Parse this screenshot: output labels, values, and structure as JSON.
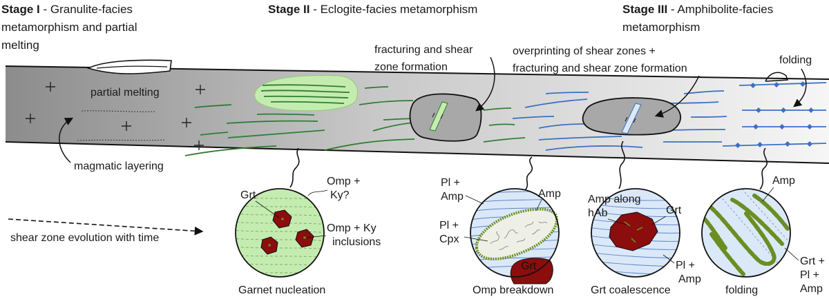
{
  "stages": [
    {
      "number": "Stage I",
      "title_lines": [
        "- Granulite-facies",
        "metamorphism and partial",
        "melting"
      ]
    },
    {
      "number": "Stage II",
      "title_lines": [
        "- Eclogite-facies metamorphism"
      ]
    },
    {
      "number": "Stage III",
      "title_lines": [
        "- Amphibolite-facies",
        "metamorphism"
      ]
    }
  ],
  "labels": {
    "partial_melting": "partial melting",
    "magmatic_layering": "magmatic layering",
    "fracturing_lines": [
      "fracturing and shear",
      "zone formation"
    ],
    "overprinting_lines": [
      "overprinting of shear zones +",
      "fracturing and shear zone formation"
    ],
    "folding_top": "folding",
    "shear_evolution_lines": [
      "shear zone evolution with time"
    ]
  },
  "insets": [
    {
      "caption": "Garnet nucleation",
      "labels": {
        "grt": "Grt",
        "omp_ky": [
          "Omp +",
          "Ky?"
        ],
        "inclusions": [
          "Omp + Ky",
          "inclusions"
        ]
      }
    },
    {
      "caption": "Omp breakdown",
      "labels": {
        "pl_amp": [
          "Pl +",
          "Amp"
        ],
        "amp": "Amp",
        "pl_cpx": [
          "Pl +",
          "Cpx"
        ],
        "grt": "Grt"
      }
    },
    {
      "caption": "Grt coalescence",
      "labels": {
        "amp_hab": [
          "Amp along",
          "hAb"
        ],
        "grt": "Grt",
        "pl_amp": [
          "Pl +",
          "Amp"
        ]
      }
    },
    {
      "caption": "folding",
      "labels": {
        "amp": "Amp",
        "grt_pl_amp": [
          "Grt +",
          "Pl +",
          "Amp"
        ]
      }
    }
  ],
  "colors": {
    "band_left": "#8c8c8c",
    "band_right": "#f4f4f4",
    "eclogite_green": "#2e7d32",
    "light_green": "#c5ecb0",
    "amphibolite_blue": "#3b6fc4",
    "light_blue": "#dbe8f8",
    "garnet": "#8b0d0d",
    "inclusion_green": "#6b8e23"
  }
}
